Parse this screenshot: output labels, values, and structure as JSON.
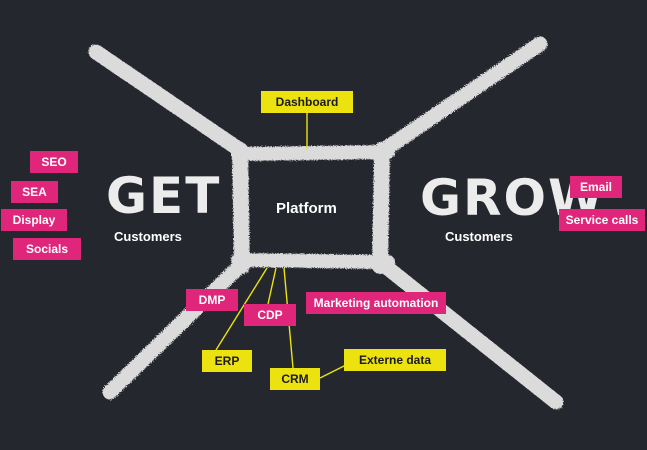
{
  "colors": {
    "background": "#24272d",
    "chalk": "#e9e9e9",
    "pink": "#e0267a",
    "yellow": "#ece20f"
  },
  "center": {
    "label": "Platform"
  },
  "left": {
    "headline": "GET",
    "subline": "Customers"
  },
  "right": {
    "headline": "GROW",
    "subline": "Customers"
  },
  "channels_left": [
    "SEO",
    "SEA",
    "Display",
    "Socials"
  ],
  "channels_right": [
    "Email",
    "Service calls"
  ],
  "systems": {
    "dashboard": "Dashboard",
    "dmp": "DMP",
    "cdp": "CDP",
    "marketing_automation": "Marketing automation",
    "erp": "ERP",
    "crm": "CRM",
    "externe_data": "Externe data"
  }
}
